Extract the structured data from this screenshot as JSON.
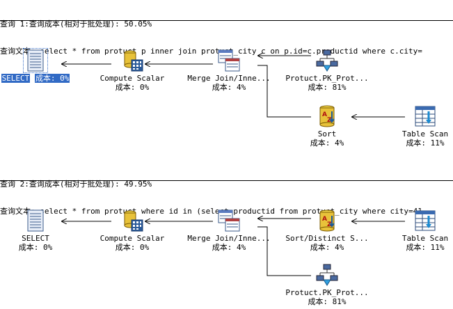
{
  "query1": {
    "cost_line": "查询 1:查询成本(相对于批处理): 50.05%",
    "text_line": "查询文本: select * from protuct p inner join protuct_city c on p.id=c.productid where c.city=",
    "nodes": [
      {
        "name": "SELECT",
        "cost": "成本: 0%",
        "icon": "select-icon"
      },
      {
        "name": "Compute Scalar",
        "cost": "成本: 0%",
        "icon": "compute-scalar-icon"
      },
      {
        "name": "Merge Join/Inne...",
        "cost": "成本: 4%",
        "icon": "merge-join-icon"
      },
      {
        "name": "Protuct.PK_Prot...",
        "cost": "成本: 81%",
        "icon": "clustered-index-icon"
      },
      {
        "name": "Sort",
        "cost": "成本: 4%",
        "icon": "sort-icon"
      },
      {
        "name": "Table Scan",
        "cost": "成本: 11%",
        "icon": "table-scan-icon"
      }
    ]
  },
  "query2": {
    "cost_line": "查询 2:查询成本(相对于批处理): 49.95%",
    "text_line": "查询文本: select * from protuct where id in (select productid from protuct_city where city=41",
    "nodes": [
      {
        "name": "SELECT",
        "cost": "成本: 0%",
        "icon": "select-icon"
      },
      {
        "name": "Compute Scalar",
        "cost": "成本: 0%",
        "icon": "compute-scalar-icon"
      },
      {
        "name": "Merge Join/Inne...",
        "cost": "成本: 4%",
        "icon": "merge-join-icon"
      },
      {
        "name": "Sort/Distinct S...",
        "cost": "成本: 4%",
        "icon": "sort-icon"
      },
      {
        "name": "Table Scan",
        "cost": "成本: 11%",
        "icon": "table-scan-icon"
      },
      {
        "name": "Protuct.PK_Prot...",
        "cost": "成本: 81%",
        "icon": "clustered-index-icon"
      }
    ]
  }
}
